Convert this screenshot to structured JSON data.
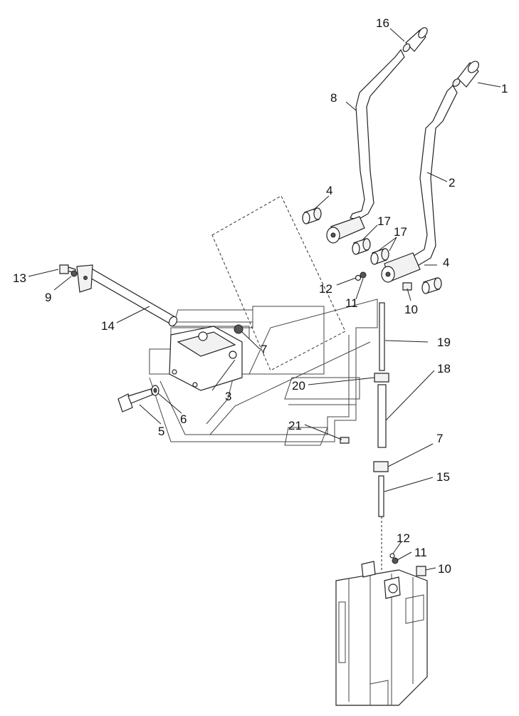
{
  "callouts": [
    {
      "id": "c1",
      "text": "1"
    },
    {
      "id": "c2",
      "text": "2"
    },
    {
      "id": "c3",
      "text": "3"
    },
    {
      "id": "c4a",
      "text": "4"
    },
    {
      "id": "c4b",
      "text": "4"
    },
    {
      "id": "c5",
      "text": "5"
    },
    {
      "id": "c6",
      "text": "6"
    },
    {
      "id": "c7a",
      "text": "7"
    },
    {
      "id": "c7b",
      "text": "7"
    },
    {
      "id": "c8",
      "text": "8"
    },
    {
      "id": "c9",
      "text": "9"
    },
    {
      "id": "c10a",
      "text": "10"
    },
    {
      "id": "c10b",
      "text": "10"
    },
    {
      "id": "c11a",
      "text": "11"
    },
    {
      "id": "c11b",
      "text": "11"
    },
    {
      "id": "c12a",
      "text": "12"
    },
    {
      "id": "c12b",
      "text": "12"
    },
    {
      "id": "c13",
      "text": "13"
    },
    {
      "id": "c14",
      "text": "14"
    },
    {
      "id": "c15",
      "text": "15"
    },
    {
      "id": "c16",
      "text": "16"
    },
    {
      "id": "c17a",
      "text": "17"
    },
    {
      "id": "c17b",
      "text": "17"
    },
    {
      "id": "c18",
      "text": "18"
    },
    {
      "id": "c19",
      "text": "19"
    },
    {
      "id": "c20",
      "text": "20"
    },
    {
      "id": "c21",
      "text": "21"
    }
  ]
}
